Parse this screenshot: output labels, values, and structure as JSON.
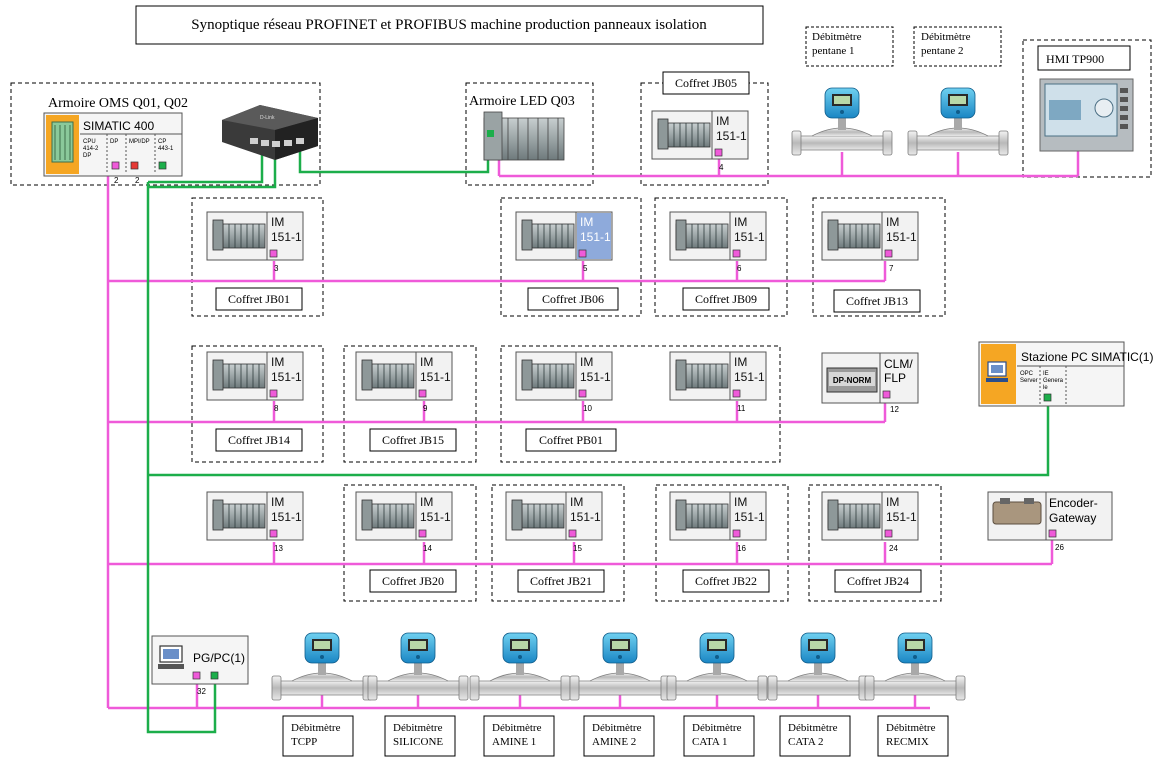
{
  "title": "Synoptique réseau PROFINET et PROFIBUS machine production panneaux isolation",
  "colors": {
    "profibus": "#ef5ad9",
    "profinet": "#1cae4a",
    "im_box": "#f2f2f2",
    "im_box_selected": "#8eaadb",
    "plc_orange": "#f5a623"
  },
  "cabinets": {
    "oms": "Armoire OMS Q01, Q02",
    "led": "Armoire LED Q03"
  },
  "plc": {
    "title": "SIMATIC 400",
    "cpu": "CPU 414-2 DP",
    "dp": "DP",
    "mpi": "MPI/DP",
    "cp": "CP 443-1",
    "addr_dp": "2",
    "addr_mpi": "2"
  },
  "im_modules": [
    {
      "id": "jb05",
      "label": "IM 151-1",
      "addr": "4",
      "box": "Coffret JB05"
    },
    {
      "id": "jb01",
      "label": "IM 151-1",
      "addr": "3",
      "box": "Coffret JB01"
    },
    {
      "id": "jb06",
      "label": "IM 151-1",
      "addr": "5",
      "box": "Coffret JB06"
    },
    {
      "id": "jb09",
      "label": "IM 151-1",
      "addr": "6",
      "box": "Coffret JB09"
    },
    {
      "id": "jb13",
      "label": "IM 151-1",
      "addr": "7",
      "box": "Coffret JB13"
    },
    {
      "id": "jb14",
      "label": "IM 151-1",
      "addr": "8",
      "box": "Coffret JB14"
    },
    {
      "id": "jb15",
      "label": "IM 151-1",
      "addr": "9",
      "box": "Coffret JB15"
    },
    {
      "id": "pb01",
      "label": "IM 151-1",
      "addr": "10",
      "box": "Coffret PB01"
    },
    {
      "id": "m11",
      "label": "IM 151-1",
      "addr": "11",
      "box": ""
    },
    {
      "id": "m13",
      "label": "IM 151-1",
      "addr": "13",
      "box": ""
    },
    {
      "id": "jb20",
      "label": "IM 151-1",
      "addr": "14",
      "box": "Coffret JB20"
    },
    {
      "id": "jb21",
      "label": "IM 151-1",
      "addr": "15",
      "box": "Coffret JB21"
    },
    {
      "id": "jb22",
      "label": "IM 151-1",
      "addr": "16",
      "box": "Coffret JB22"
    },
    {
      "id": "jb24",
      "label": "IM 151-1",
      "addr": "24",
      "box": "Coffret JB24"
    }
  ],
  "clm": {
    "label": "CLM/ FLP",
    "badge": "DP-NORM",
    "addr": "12"
  },
  "pc_station": {
    "title": "Stazione PC SIMATIC(1)",
    "opc": "OPC Server",
    "ie": "IE Genera le"
  },
  "encoder": {
    "label": "Encoder- Gateway",
    "addr": "26"
  },
  "pgpc": {
    "label": "PG/PC(1)",
    "addr": "32"
  },
  "hmi": {
    "label": "HMI TP900"
  },
  "flowmeters_top": [
    {
      "label": "Débitmètre pentane 1"
    },
    {
      "label": "Débitmètre pentane 2"
    }
  ],
  "flowmeters_bottom": [
    {
      "label": "Débitmètre TCPP"
    },
    {
      "label": "Débitmètre SILICONE"
    },
    {
      "label": "Débitmètre AMINE 1"
    },
    {
      "label": "Débitmètre AMINE 2"
    },
    {
      "label": "Débitmètre CATA 1"
    },
    {
      "label": "Débitmètre CATA 2"
    },
    {
      "label": "Débitmètre RECMIX"
    }
  ]
}
